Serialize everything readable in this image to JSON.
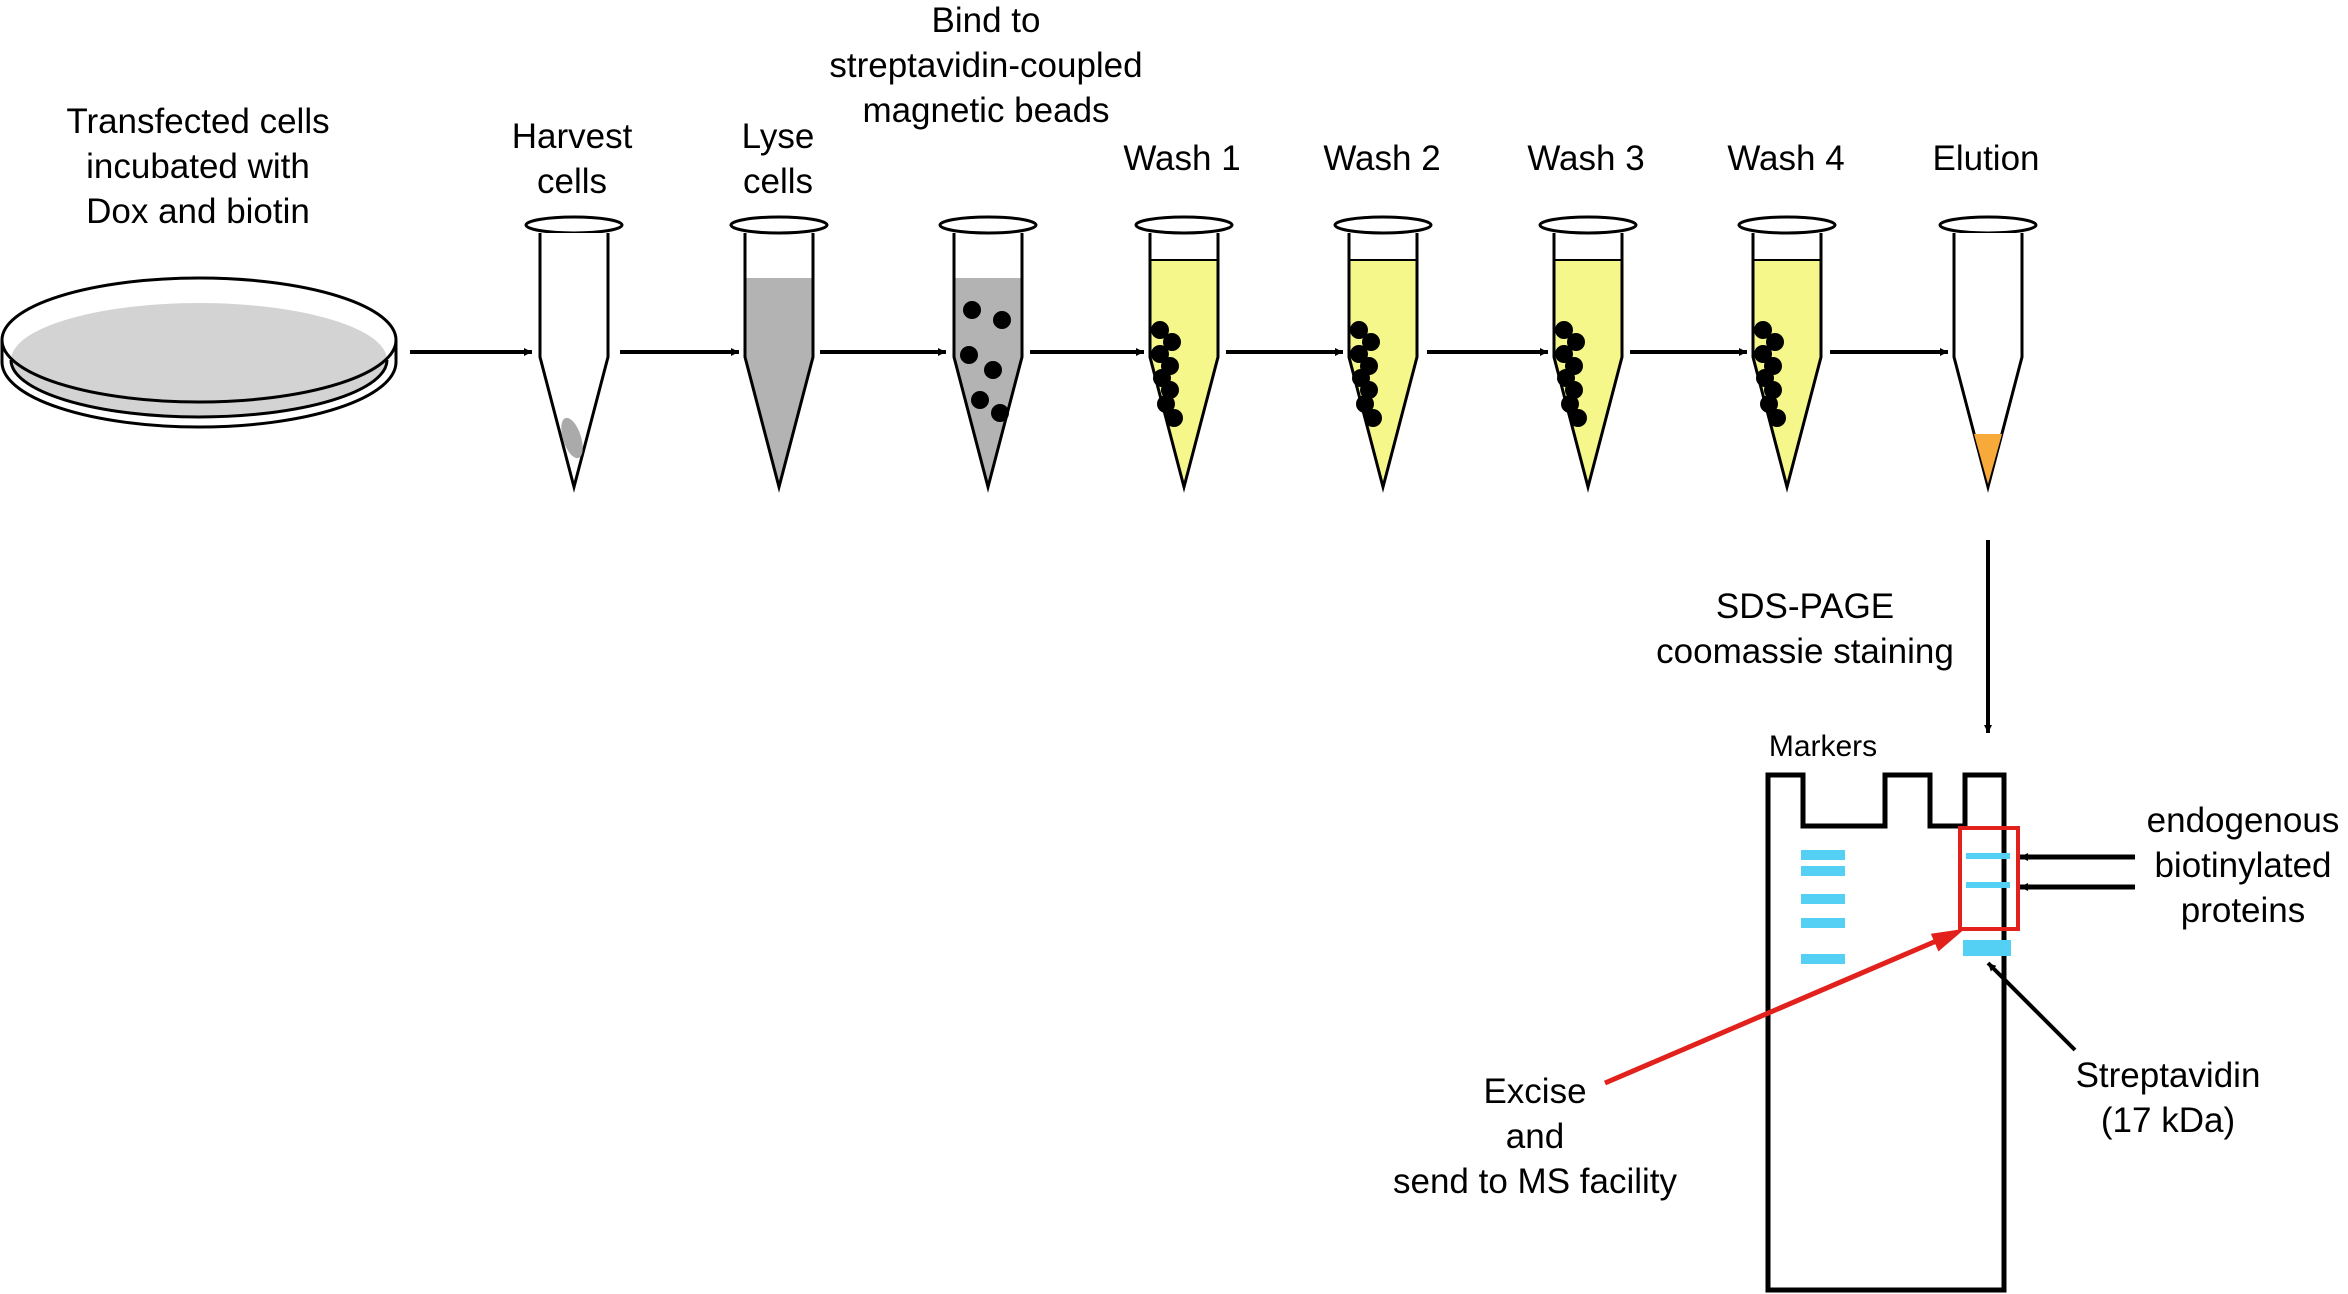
{
  "steps": {
    "dish": [
      "Transfected cells",
      "incubated with",
      "Dox and biotin"
    ],
    "harvest": [
      "Harvest",
      "cells"
    ],
    "lyse": [
      "Lyse",
      "cells"
    ],
    "bind": [
      "Bind to",
      "streptavidin-coupled",
      "magnetic beads"
    ],
    "wash1": "Wash 1",
    "wash2": "Wash 2",
    "wash3": "Wash 3",
    "wash4": "Wash 4",
    "elution": "Elution"
  },
  "gel": {
    "process": [
      "SDS-PAGE",
      "coomassie staining"
    ],
    "markers_label": "Markers",
    "endogenous_label": [
      "endogenous",
      "biotinylated",
      "proteins"
    ],
    "streptavidin_label": [
      "Streptavidin",
      "(17 kDa)"
    ],
    "excise_label": [
      "Excise",
      "and",
      "send to MS facility"
    ]
  },
  "colors": {
    "lysate": "#b3b3b3",
    "dish_fill": "#d3d3d3",
    "wash_buffer": "#f6f78a",
    "eluate": "#f7a93a",
    "gel_band": "#55d0f5",
    "excise_red": "#e2211c"
  }
}
